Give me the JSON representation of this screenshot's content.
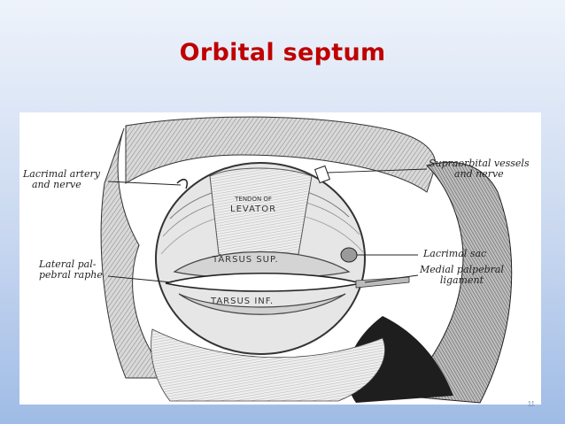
{
  "slide": {
    "title": "Orbital septum",
    "page_number": "11"
  },
  "figure": {
    "labels": {
      "lacrimal_artery_line1": "Lacrimal artery",
      "lacrimal_artery_line2": "and nerve",
      "lateral_raphe_line1": "Lateral pal-",
      "lateral_raphe_line2": "pebral raphe",
      "supraorbital_line1": "Supraorbital vessels",
      "supraorbital_line2": "and nerve",
      "lacrimal_sac": "Lacrimal sac",
      "medial_ligament_line1": "Medial palpebral",
      "medial_ligament_line2": "ligament",
      "tendon_line1": "TENDON OF",
      "tendon_line2": "LEVATOR",
      "tarsus_sup": "TARSUS SUP.",
      "tarsus_inf": "TARSUS INF."
    },
    "colors": {
      "title": "#c00000",
      "ink": "#2a2a2a",
      "bone_shade": "#5a5a5a",
      "dark_shade": "#1e1e1e"
    }
  }
}
